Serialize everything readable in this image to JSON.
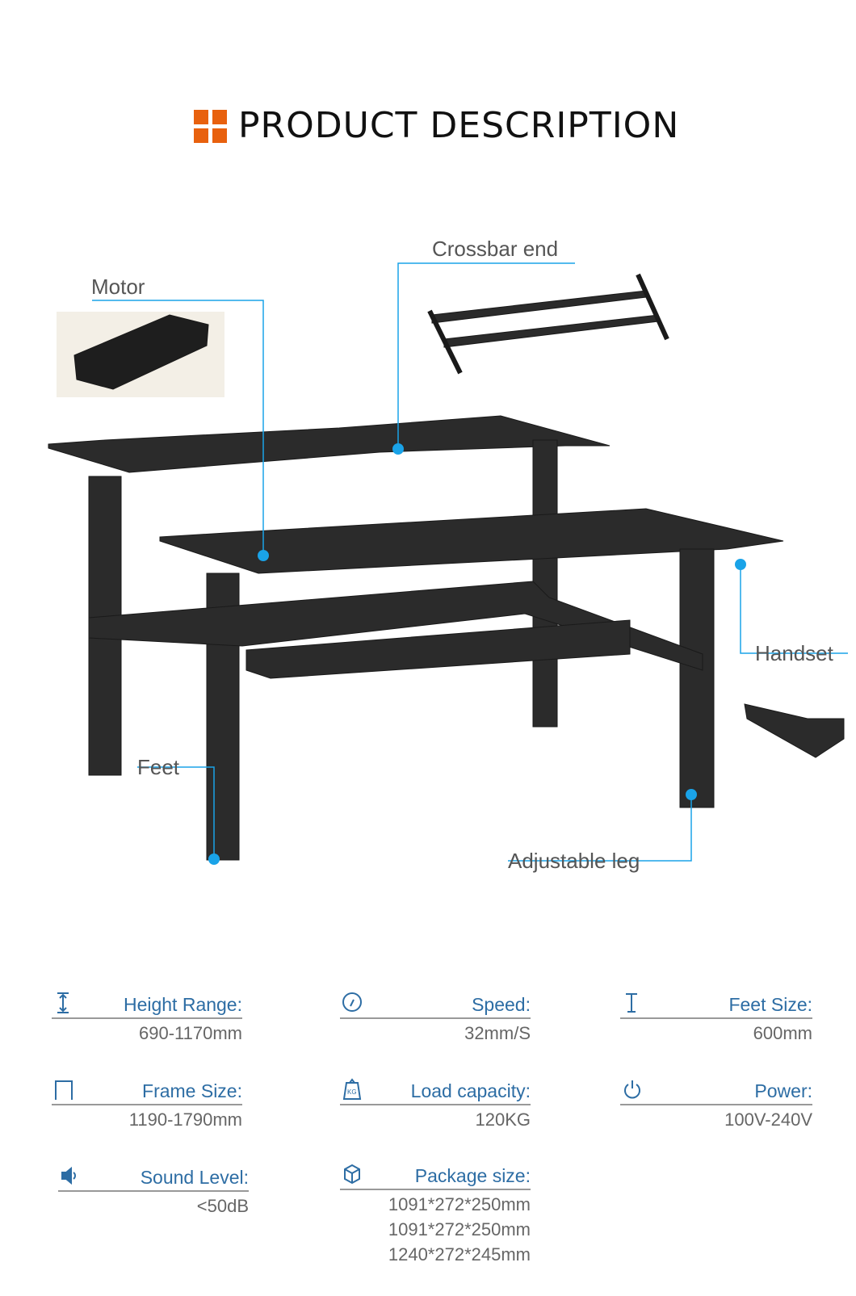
{
  "header": {
    "title": "PRODUCT DESCRIPTION",
    "logo_color": "#e8610e"
  },
  "callouts": {
    "motor": "Motor",
    "crossbar_end": "Crossbar end",
    "handset": "Handset",
    "feet": "Feet",
    "adjustable_leg": "Adjustable leg",
    "line_color": "#1aa3e8"
  },
  "specs": [
    {
      "label": "Height Range:",
      "icon": "height-arrows-icon",
      "values": [
        "690-1170mm"
      ]
    },
    {
      "label": "Speed:",
      "icon": "speedometer-icon",
      "values": [
        "32mm/S"
      ]
    },
    {
      "label": "Feet Size:",
      "icon": "i-beam-icon",
      "values": [
        "600mm"
      ]
    },
    {
      "label": "Frame Size:",
      "icon": "frame-icon",
      "values": [
        "1190-1790mm"
      ]
    },
    {
      "label": "Load capacity:",
      "icon": "weight-kg-icon",
      "values": [
        "120KG"
      ]
    },
    {
      "label": "Power:",
      "icon": "power-icon",
      "values": [
        "100V-240V"
      ]
    },
    {
      "label": "Sound Level:",
      "icon": "speaker-icon",
      "values": [
        "<50dB"
      ]
    },
    {
      "label": "Package size:",
      "icon": "package-box-icon",
      "values": [
        "1091*272*250mm",
        "1091*272*250mm",
        "1240*272*245mm"
      ]
    }
  ],
  "accent_color": "#2d6da4"
}
